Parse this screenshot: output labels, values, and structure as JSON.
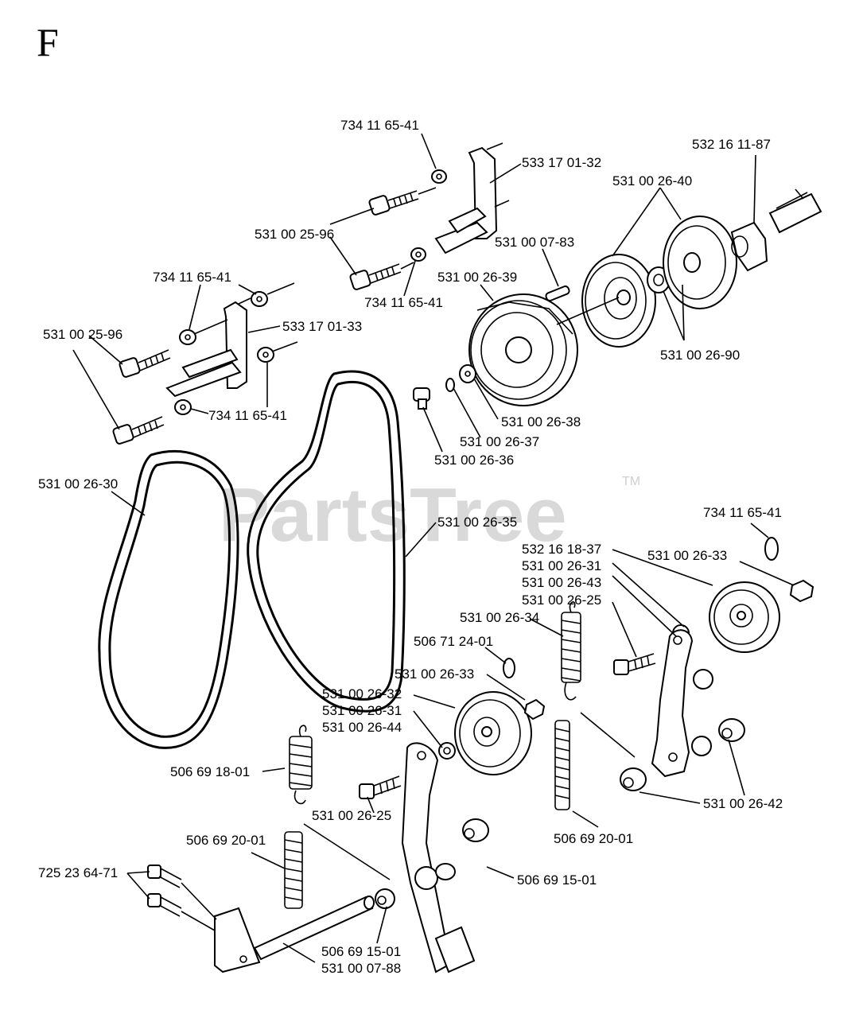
{
  "section_letter": "F",
  "watermark": "PartsTree",
  "trademark": "TM",
  "labels": [
    "734 11 65-41",
    "533 17 01-32",
    "532 16 11-87",
    "531 00 26-40",
    "531 00 25-96",
    "531 00 07-83",
    "531 00 26-39",
    "734 11 65-41",
    "734 11 65-41",
    "533 17 01-33",
    "531 00 25-96",
    "531 00 26-90",
    "734 11 65-41",
    "531 00 26-38",
    "531 00 26-37",
    "531 00 26-36",
    "531 00 26-30",
    "531 00 26-35",
    "734 11 65-41",
    "532 16 18-37",
    "531 00 26-33",
    "531 00 26-31",
    "531 00 26-43",
    "531 00 26-25",
    "531 00 26-34",
    "506 71 24-01",
    "531 00 26-33",
    "531 00 26-32",
    "531 00 26-31",
    "531 00 26-44",
    "506 69 18-01",
    "531 00 26-25",
    "531 00 26-42",
    "506 69 20-01",
    "506 69 20-01",
    "725 23 64-71",
    "506 69 15-01",
    "506 69 15-01",
    "531 00 07-88"
  ]
}
